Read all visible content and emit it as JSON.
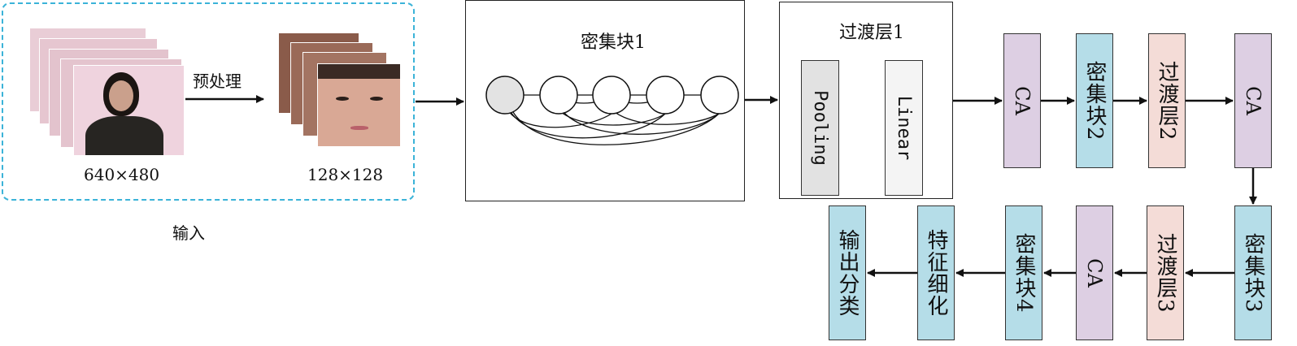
{
  "input": {
    "preprocess_label": "预处理",
    "raw_size": "640×480",
    "crop_size": "128×128",
    "caption": "输入"
  },
  "dense_block_1": {
    "title": "密集块1",
    "nodes": 5
  },
  "transition_1": {
    "title": "过渡层1",
    "pooling": "Pooling",
    "linear": "Linear"
  },
  "row1": {
    "ca_a": "CA",
    "dense2": "密集块2",
    "trans2": "过渡层2",
    "ca_b": "CA"
  },
  "row2": {
    "dense3": "密集块3",
    "trans3": "过渡层3",
    "ca_c": "CA",
    "dense4": "密集块4",
    "refine": "特征细化",
    "output": "输出分类"
  },
  "colors": {
    "ca": "#ddcfe3",
    "dense": "#b5dde8",
    "transition": "#f4dcd7",
    "pooling": "#e2e2e2",
    "linear": "#f4f4f4",
    "input_border": "#3bb3d8"
  }
}
